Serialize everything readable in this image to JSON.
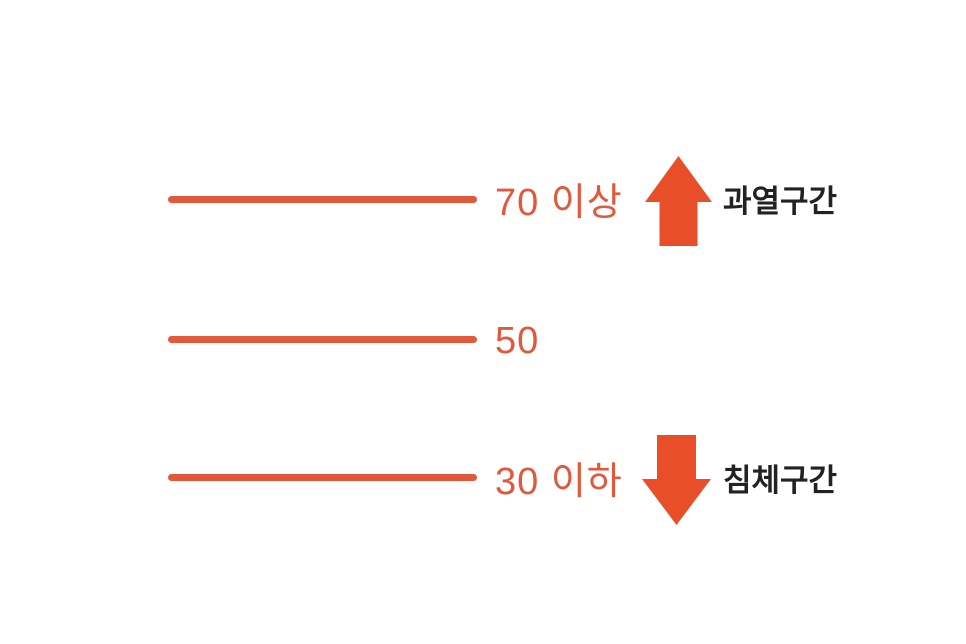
{
  "diagram": {
    "description_type": "threshold-zones",
    "levels": [
      {
        "value_label": "70 이상",
        "zone_label": "과열구간",
        "arrow": "up-arrow-icon"
      },
      {
        "value_label": "50",
        "zone_label": "",
        "arrow": null
      },
      {
        "value_label": "30 이하",
        "zone_label": "침체구간",
        "arrow": "down-arrow-icon"
      }
    ]
  },
  "colors": {
    "line_and_value_text": "#e1593a",
    "arrow": "#e84f28",
    "zone_label_text": "#222222",
    "background": "#ffffff"
  }
}
